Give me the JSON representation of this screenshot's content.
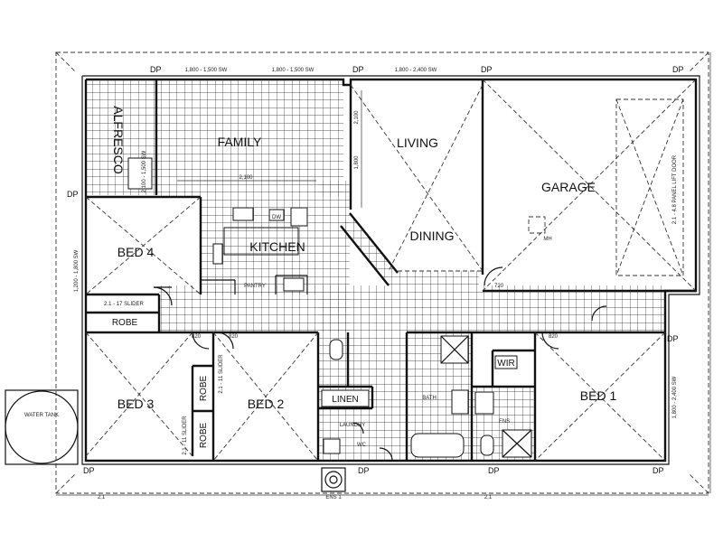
{
  "rooms": {
    "alfresco": "ALFRESCO",
    "family": "FAMILY",
    "living": "LIVING",
    "dining": "DINING",
    "garage": "GARAGE",
    "kitchen": "KITCHEN",
    "bed4": "BED 4",
    "bed3": "BED 3",
    "bed2": "BED 2",
    "bed1": "BED 1",
    "robe_bed4": "ROBE",
    "robe_upper": "ROBE",
    "robe_lower": "ROBE",
    "linen": "LINEN",
    "laundry": "LAUNDRY",
    "bath": "BATH",
    "wir": "WIR",
    "pantry": "PANTRY",
    "ens": "ENS",
    "wc": "WC"
  },
  "fixtures": {
    "water_tank": "WATER TANK",
    "dw": "DW",
    "mh": "MH",
    "lift_door": "2.1 - 4.8 PANEL LIFT DOOR",
    "slider_bed4": "2.1 - 17 SLIDER",
    "slider_upper": "2.1 - 11 SLIDER",
    "slider_lower": "2.1 - 11 SLIDER"
  },
  "downpipe_label": "DP",
  "dimensions": {
    "top_left": "1,800 - 1,500 SW",
    "top_mid": "1,800 - 1,500 SW",
    "top_right": "1,800 - 2,400 SW",
    "left_side": "1,200 - 1,800 SW",
    "right_side": "1,800 - 2,400 SW",
    "family_window": "2,100",
    "sw_front": "2,100 - 1,500 SW",
    "w_2100": "2,100",
    "w_1800": "1,800",
    "d_820a": "820",
    "d_820b": "820",
    "d_820c": "820",
    "d_720": "720",
    "ens_door": "ENS 1",
    "bottom_a": "2,1",
    "bottom_b": "2,1"
  }
}
